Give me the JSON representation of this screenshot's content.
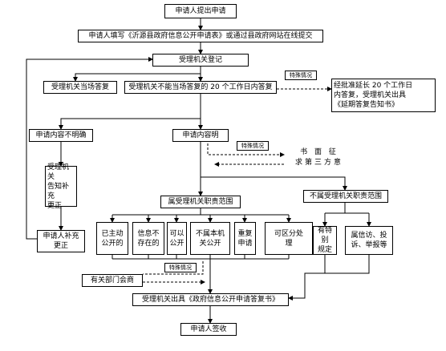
{
  "nodes": {
    "apply": "申请人提出申请",
    "fill_form": "申请人填写《沂源县政府信息公开申请表》或通过县政府网站在线提交",
    "register": "受理机关登记",
    "reply_on_spot": "受理机关当场答复",
    "reply_20_days": "受理机关不能当场答复的 20 个工作日内答复",
    "extend": "经批准延长 20 个工作日\n内答复，受理机关出具\n《延期答复告知书》",
    "unclear": "申请内容不明确",
    "clear": "申请内容明",
    "notify_supplement": "受理机关\n告知补充\n更正",
    "applicant_supplement": "申请人补充\n更正",
    "third_party": "书 面 征\n求第三方意",
    "within_scope": "属受理机关职责范围",
    "outside_scope": "不属受理机关职责范围",
    "made_public": "已主动\n公开的",
    "not_exist": "信息不\n存在的",
    "can_disclose": "可以\n公开",
    "not_disclose": "不属本机\n关公开",
    "duplicate": "重复\n申请",
    "partial": "可区分处\n理",
    "special_provision": "有特别\n规定",
    "petition": "属信访、投\n诉、举报等",
    "consult_dept": "有关部门会商",
    "issue_reply": "受理机关出具《政府信息公开申请答复书》",
    "sign_receipt": "申请人签收"
  },
  "tags": {
    "special_1": "特殊情况",
    "special_2": "特殊情况",
    "special_3": "特殊情况"
  }
}
